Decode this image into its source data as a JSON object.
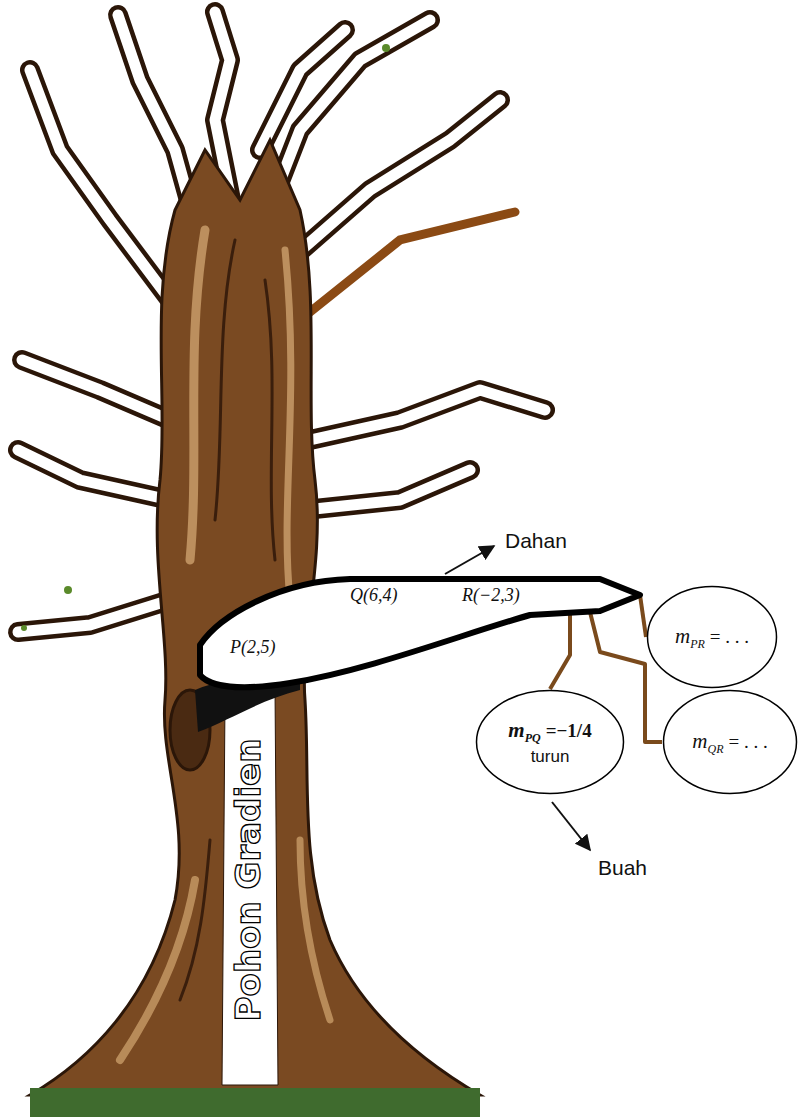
{
  "diagram": {
    "nodes": [
      {
        "text": [
          "Q(6,4)",
          "R(−2,3)",
          "P(2,5)"
        ]
      },
      {
        "text": [
          "m",
          "PR",
          "= . . ."
        ]
      },
      {
        "text": [
          "m",
          "PQ",
          "=−1/4",
          "turun"
        ]
      },
      {
        "text": [
          "m",
          "QR",
          "= . . ."
        ]
      }
    ],
    "edges": [
      {
        "from": 0,
        "to": 1,
        "arrow": "none"
      },
      {
        "from": 0,
        "to": 2,
        "arrow": "none"
      },
      {
        "from": 0,
        "to": 3,
        "arrow": "none"
      }
    ],
    "labels": [
      "Dahan",
      "Buah",
      "Pohon Gradien"
    ]
  }
}
